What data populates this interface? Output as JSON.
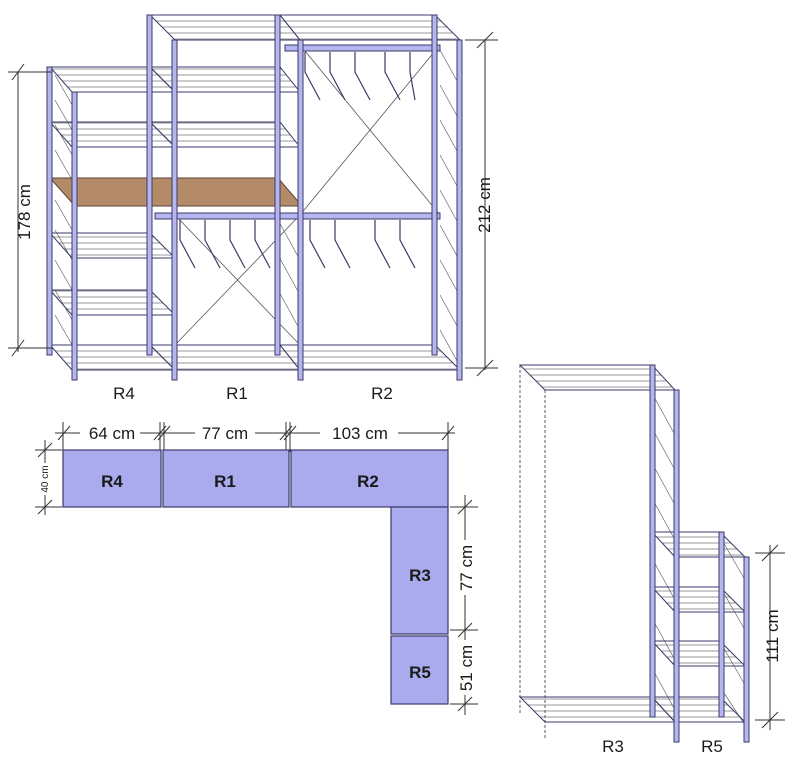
{
  "colors": {
    "frame_fill": "#b6b6ee",
    "frame_stroke": "#3a3a6a",
    "box_fill": "#aaaaee",
    "shelf_wood": "#b38b68",
    "line": "#333333"
  },
  "front_view": {
    "height_left": "178 cm",
    "height_right": "212 cm",
    "module_labels": [
      "R4",
      "R1",
      "R2"
    ]
  },
  "floor_plan": {
    "widths": [
      "64 cm",
      "77 cm",
      "103 cm"
    ],
    "depth": "40 cm",
    "modules": [
      "R4",
      "R1",
      "R2",
      "R3",
      "R5"
    ],
    "side_lengths": [
      "77 cm",
      "51 cm"
    ]
  },
  "side_view": {
    "height": "111 cm",
    "module_labels": [
      "R3",
      "R5"
    ]
  }
}
